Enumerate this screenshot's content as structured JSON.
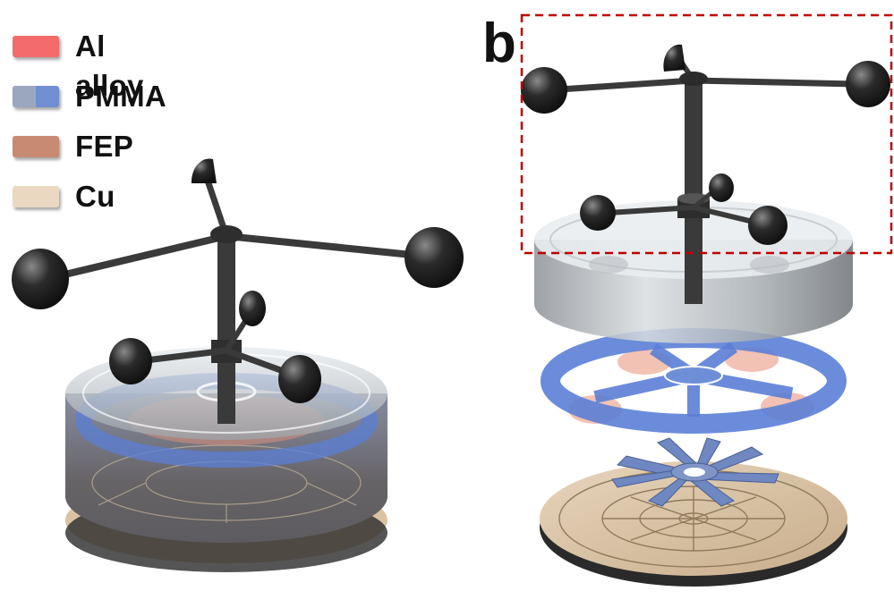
{
  "legend": {
    "items": [
      {
        "label": "Al alloy",
        "color": "#f36b6b"
      },
      {
        "label": "PMMA",
        "color": "#9aa7bd",
        "color2": "#6f8fd0"
      },
      {
        "label": "FEP",
        "color": "#c98a74"
      },
      {
        "label": "Cu",
        "color": "#ead8c0"
      }
    ]
  },
  "panel": {
    "label": "b"
  },
  "colors": {
    "highlight_box": "#c00000",
    "cup": "#222222",
    "shaft": "#3a3a3a",
    "pmma": "#5b7fd6",
    "fep": "#e79a86",
    "cu": "#d7c2a6"
  }
}
